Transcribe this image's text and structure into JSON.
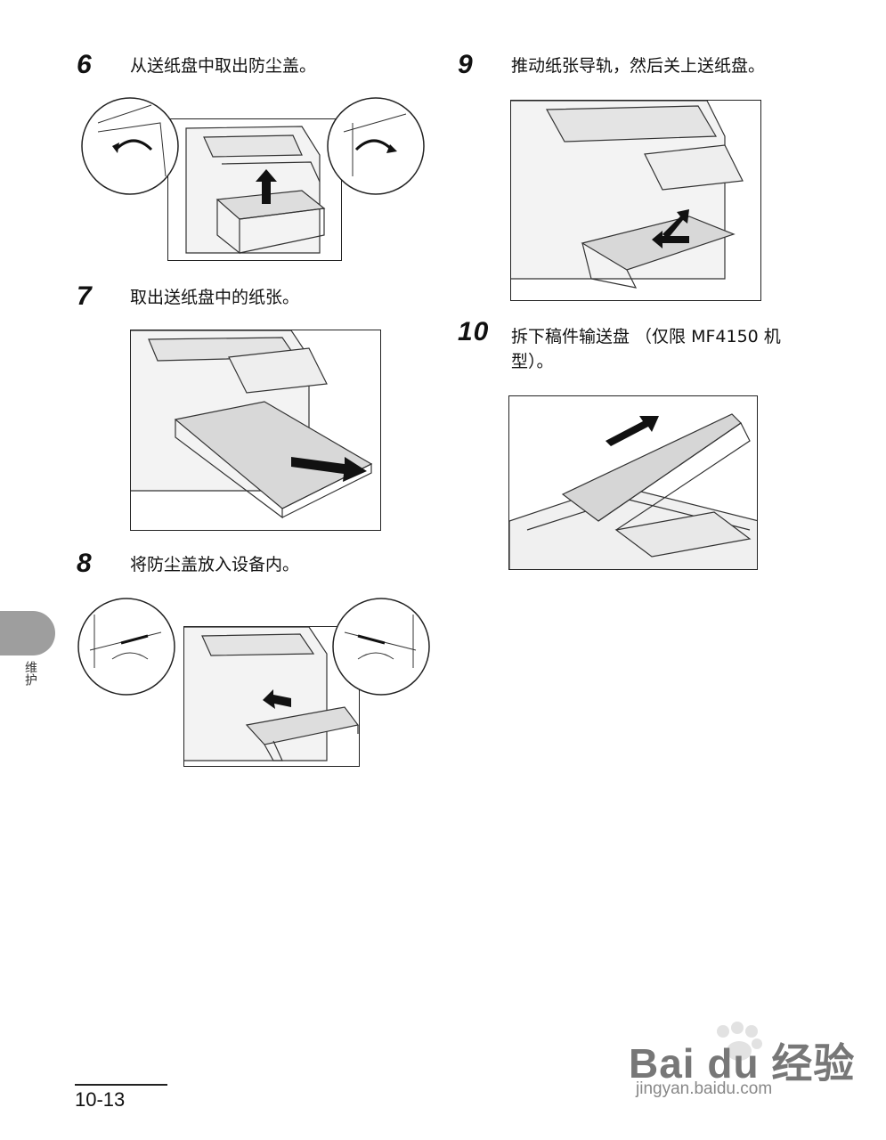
{
  "steps": [
    {
      "num": "6",
      "text": "从送纸盘中取出防尘盖。"
    },
    {
      "num": "7",
      "text": "取出送纸盘中的纸张。"
    },
    {
      "num": "8",
      "text": "将防尘盖放入设备内。"
    },
    {
      "num": "9",
      "text": "推动纸张导轨，然后关上送纸盘。"
    },
    {
      "num": "10",
      "text_line1": "拆下稿件输送盘 （仅限 MF4150 机",
      "text_line2": "型）。"
    }
  ],
  "side_tab": {
    "label": "维护",
    "color": "#9e9e9e"
  },
  "footer": {
    "page_number": "10-13"
  },
  "watermark": {
    "brand": "Bai  du 经验",
    "url": "jingyan.baidu.com"
  }
}
